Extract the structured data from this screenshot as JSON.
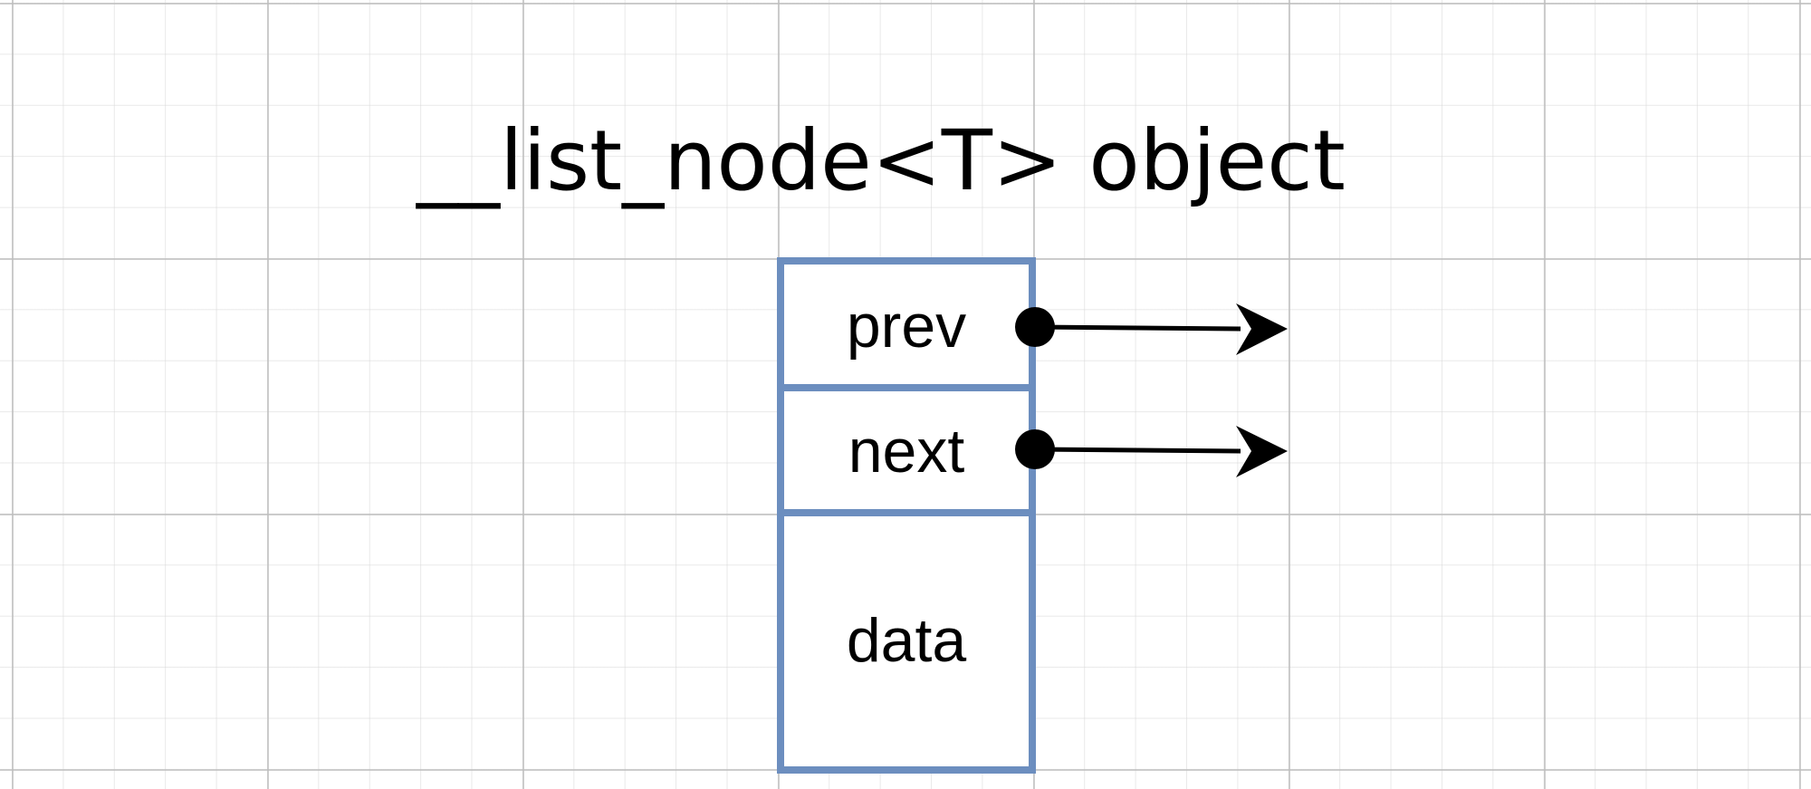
{
  "diagram": {
    "title": "__list_node<T> object",
    "node": {
      "fields": [
        {
          "label": "prev",
          "has_pointer": true
        },
        {
          "label": "next",
          "has_pointer": true
        },
        {
          "label": "data",
          "has_pointer": false
        }
      ],
      "border_color": "#6c8ebf"
    },
    "arrow_color": "#000000"
  }
}
